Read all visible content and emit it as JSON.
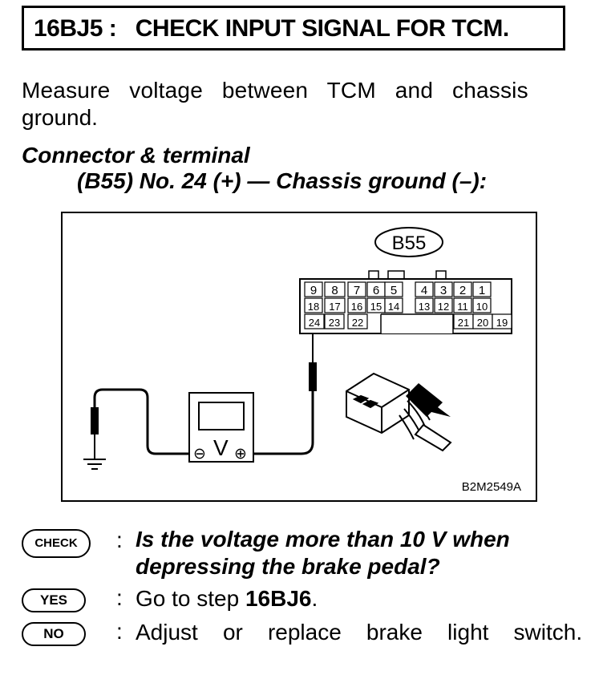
{
  "header": {
    "title": "16BJ5 :   CHECK INPUT SIGNAL FOR TCM."
  },
  "body": {
    "intro_line1": "Measure   voltage   between   TCM   and   chassis",
    "intro_line2": "ground.",
    "connector_label": "Connector & terminal",
    "connector_detail": "(B55) No. 24 (+) — Chassis ground (–):"
  },
  "figure": {
    "connector_name": "B55",
    "figure_code": "B2M2549A",
    "meter_symbol": "V",
    "minus_symbol": "⊖",
    "plus_symbol": "⊕",
    "terminals_row1": [
      "9",
      "8",
      "7",
      "6",
      "5",
      "4",
      "3",
      "2",
      "1"
    ],
    "terminals_row2": [
      "18",
      "17",
      "16",
      "15",
      "14",
      "13",
      "12",
      "11",
      "10"
    ],
    "terminals_row3": [
      "24",
      "23",
      "22",
      "21",
      "20",
      "19"
    ]
  },
  "check": {
    "badge": "CHECK",
    "colon": ":",
    "question_line1": "Is the voltage more than 10 V when",
    "question_line2": "depressing the brake pedal?"
  },
  "yes": {
    "badge": "YES",
    "colon": ":",
    "text_prefix": "Go to step ",
    "step": "16BJ6",
    "text_suffix": "."
  },
  "no": {
    "badge": "NO",
    "colon": ":",
    "text": "Adjust    or    replace    brake    light    switch."
  }
}
